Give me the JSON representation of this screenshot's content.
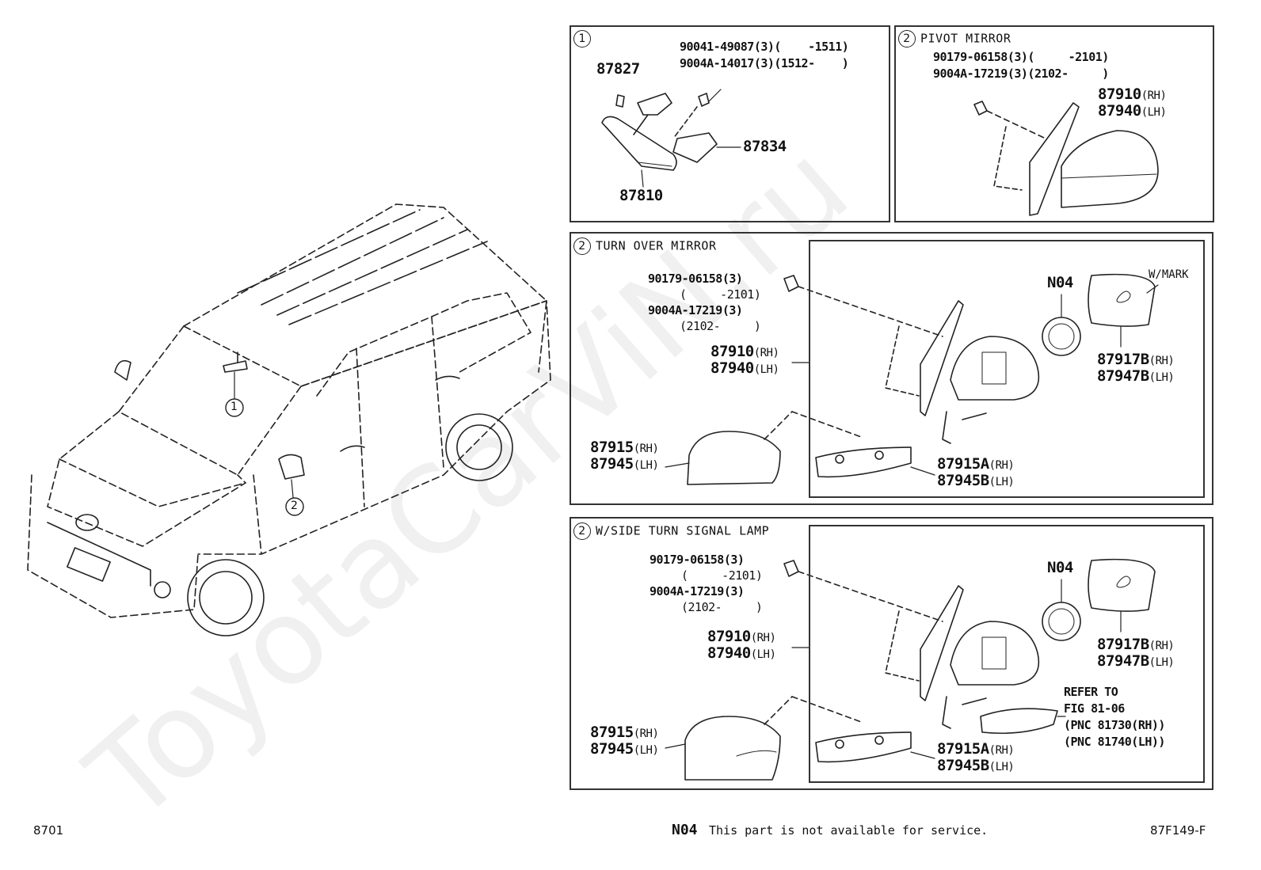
{
  "watermark": "ToyotaCarViN.ru",
  "footer": {
    "left_code": "8701",
    "note_code": "N04",
    "note_text": "This part is not available for service.",
    "right_code": "87F149-F"
  },
  "overview": {
    "callout_1": "1",
    "callout_2": "2"
  },
  "panel_1": {
    "marker": "1",
    "bolt_a": "90041-49087(3)(    -1511)",
    "bolt_b": "9004A-14017(3)(1512-    )",
    "p87827": "87827",
    "p87834": "87834",
    "p87810": "87810"
  },
  "panel_2": {
    "marker": "2",
    "title": "PIVOT MIRROR",
    "nut_a": "90179-06158(3)(     -2101)",
    "nut_b": "9004A-17219(3)(2102-     )",
    "mirror_rh": "87910",
    "mirror_rh_sfx": "(RH)",
    "mirror_lh": "87940",
    "mirror_lh_sfx": "(LH)"
  },
  "panel_3": {
    "marker": "2",
    "title": "TURN OVER MIRROR",
    "nut_a": "90179-06158(3)",
    "nut_a_range": "(     -2101)",
    "nut_b": "9004A-17219(3)",
    "nut_b_range": "(2102-     )",
    "mirror_rh": "87910",
    "mirror_lh": "87940",
    "rh": "(RH)",
    "lh": "(LH)",
    "n04": "N04",
    "wmark": "W/MARK",
    "glass_rh": "87917B",
    "glass_lh": "87947B",
    "cover_rh": "87915",
    "cover_lh": "87945",
    "lcover_rh": "87915A",
    "lcover_lh": "87945B"
  },
  "panel_4": {
    "marker": "2",
    "title": "W/SIDE TURN SIGNAL LAMP",
    "nut_a": "90179-06158(3)",
    "nut_a_range": "(     -2101)",
    "nut_b": "9004A-17219(3)",
    "nut_b_range": "(2102-     )",
    "mirror_rh": "87910",
    "mirror_lh": "87940",
    "rh": "(RH)",
    "lh": "(LH)",
    "n04": "N04",
    "glass_rh": "87917B",
    "glass_lh": "87947B",
    "refer_1": "REFER TO",
    "refer_2": "FIG 81-06",
    "refer_3": "(PNC 81730(RH))",
    "refer_4": "(PNC 81740(LH))",
    "cover_rh": "87915",
    "cover_lh": "87945",
    "lcover_rh": "87915A",
    "lcover_lh": "87945B"
  }
}
